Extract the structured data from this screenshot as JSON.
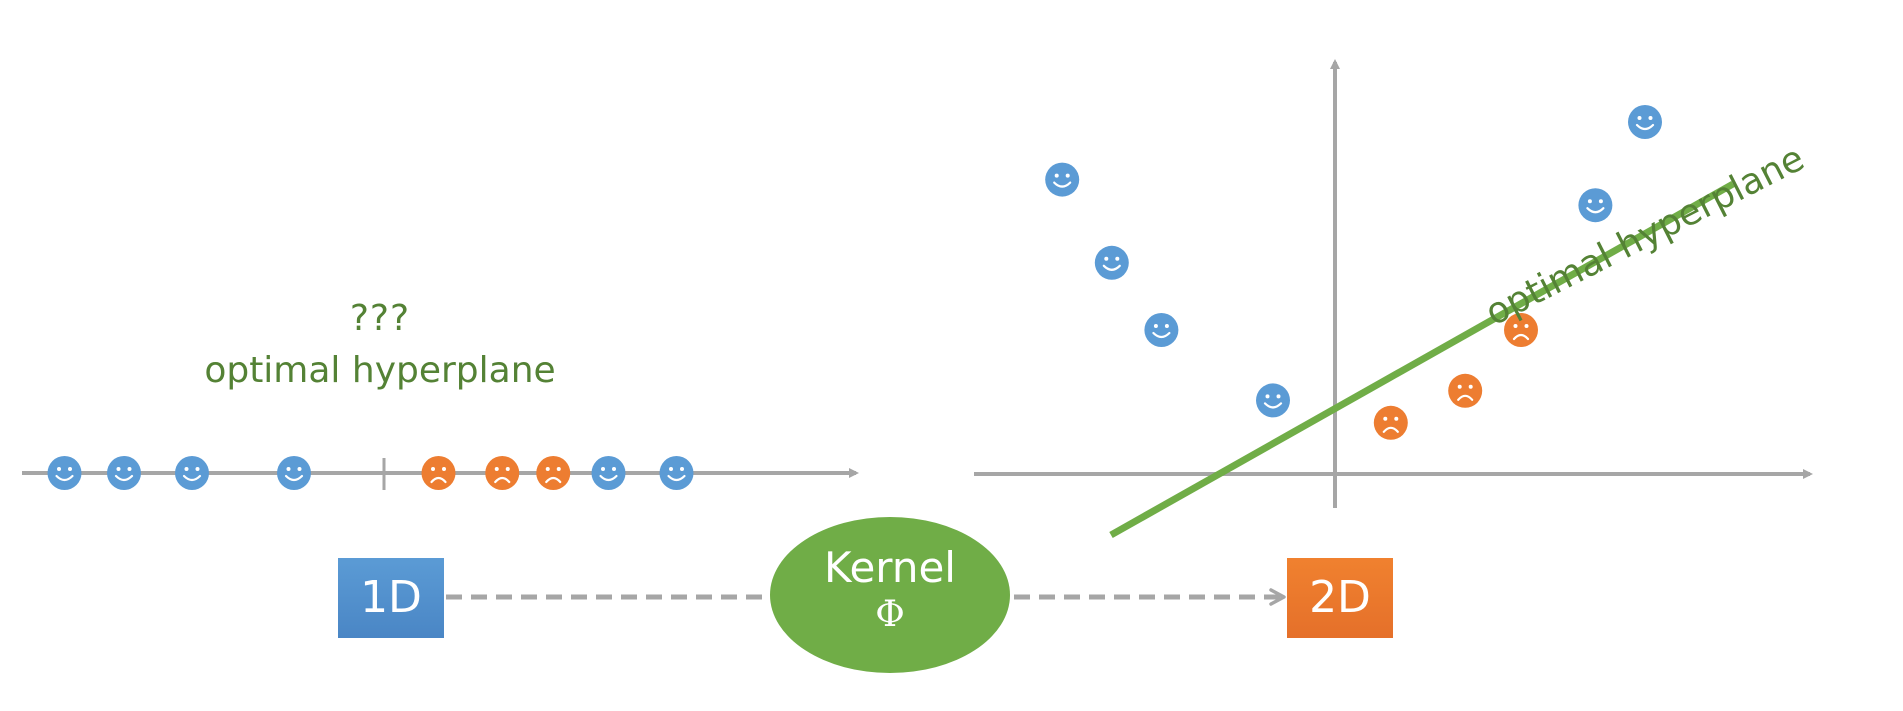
{
  "left_panel": {
    "question_text": "???",
    "hyperplane_label": "optimal hyperplane",
    "points": [
      {
        "class": "happy",
        "x": 0.5
      },
      {
        "class": "happy",
        "x": 1.2
      },
      {
        "class": "happy",
        "x": 2.0
      },
      {
        "class": "happy",
        "x": 3.2
      },
      {
        "class": "sad",
        "x": 4.9
      },
      {
        "class": "sad",
        "x": 5.65
      },
      {
        "class": "sad",
        "x": 6.25
      },
      {
        "class": "happy",
        "x": 6.9
      },
      {
        "class": "happy",
        "x": 7.7
      }
    ]
  },
  "right_panel": {
    "hyperplane_label": "optimal hyperplane",
    "points": [
      {
        "class": "happy",
        "x": -4.4,
        "y": 4.6
      },
      {
        "class": "happy",
        "x": -3.6,
        "y": 3.3
      },
      {
        "class": "happy",
        "x": -2.8,
        "y": 2.25
      },
      {
        "class": "happy",
        "x": -1.0,
        "y": 1.15
      },
      {
        "class": "sad",
        "x": 0.9,
        "y": 0.8
      },
      {
        "class": "sad",
        "x": 2.1,
        "y": 1.3
      },
      {
        "class": "sad",
        "x": 3.0,
        "y": 2.25
      },
      {
        "class": "happy",
        "x": 4.2,
        "y": 4.2
      },
      {
        "class": "happy",
        "x": 5.0,
        "y": 5.5
      }
    ]
  },
  "flow": {
    "source_label": "1D",
    "kernel_label": "Kernel",
    "kernel_symbol": "Φ",
    "target_label": "2D"
  },
  "colors": {
    "happy": "#5b9bd5",
    "sad": "#ed7d31",
    "hyperplane": "#70ad47",
    "axis": "#a6a6a6",
    "text_green": "#548235"
  },
  "icons": {
    "happy": "smiley-face-icon",
    "sad": "frowny-face-icon"
  }
}
